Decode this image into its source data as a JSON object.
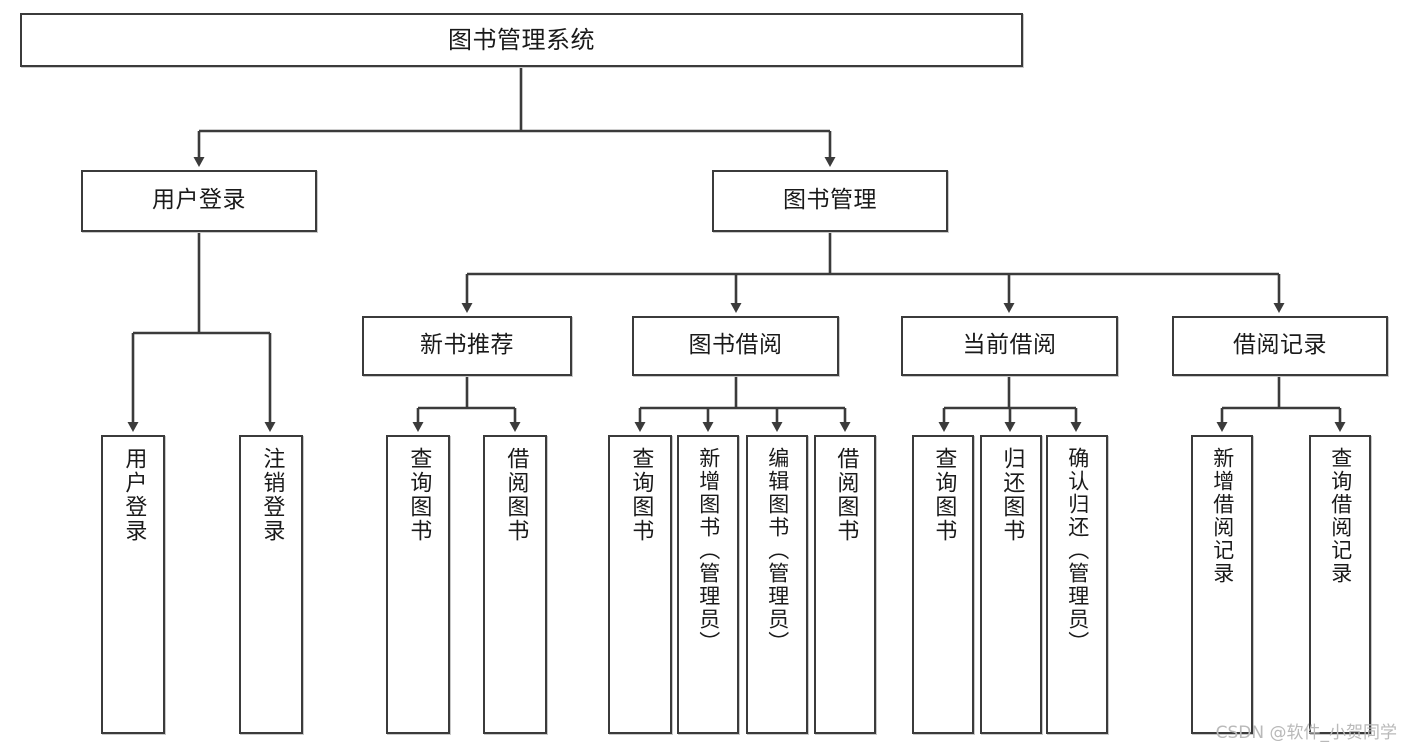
{
  "diagram": {
    "type": "tree-hierarchy",
    "title": "图书管理系统",
    "line_color": "#3b3b3b",
    "box_fill": "#ffffff",
    "text_color": "#1a1a1a"
  },
  "root": {
    "label": "图书管理系统"
  },
  "level2": [
    {
      "label": "用户登录"
    },
    {
      "label": "图书管理"
    }
  ],
  "level3": [
    {
      "label": "新书推荐"
    },
    {
      "label": "图书借阅"
    },
    {
      "label": "当前借阅"
    },
    {
      "label": "借阅记录"
    }
  ],
  "leaves": {
    "user_login": [
      {
        "label": "用户登录"
      },
      {
        "label": "注销登录"
      }
    ],
    "new_book_recommend": [
      {
        "label": "查询图书"
      },
      {
        "label": "借阅图书"
      }
    ],
    "book_borrow": [
      {
        "label": "查询图书"
      },
      {
        "label": "新增图书（管理员）"
      },
      {
        "label": "编辑图书（管理员）"
      },
      {
        "label": "借阅图书"
      }
    ],
    "current_borrow": [
      {
        "label": "查询图书"
      },
      {
        "label": "归还图书"
      },
      {
        "label": "确认归还（管理员）"
      }
    ],
    "borrow_record": [
      {
        "label": "新增借阅记录"
      },
      {
        "label": "查询借阅记录"
      }
    ]
  },
  "watermark": {
    "text": "CSDN @软件_小贺同学"
  }
}
